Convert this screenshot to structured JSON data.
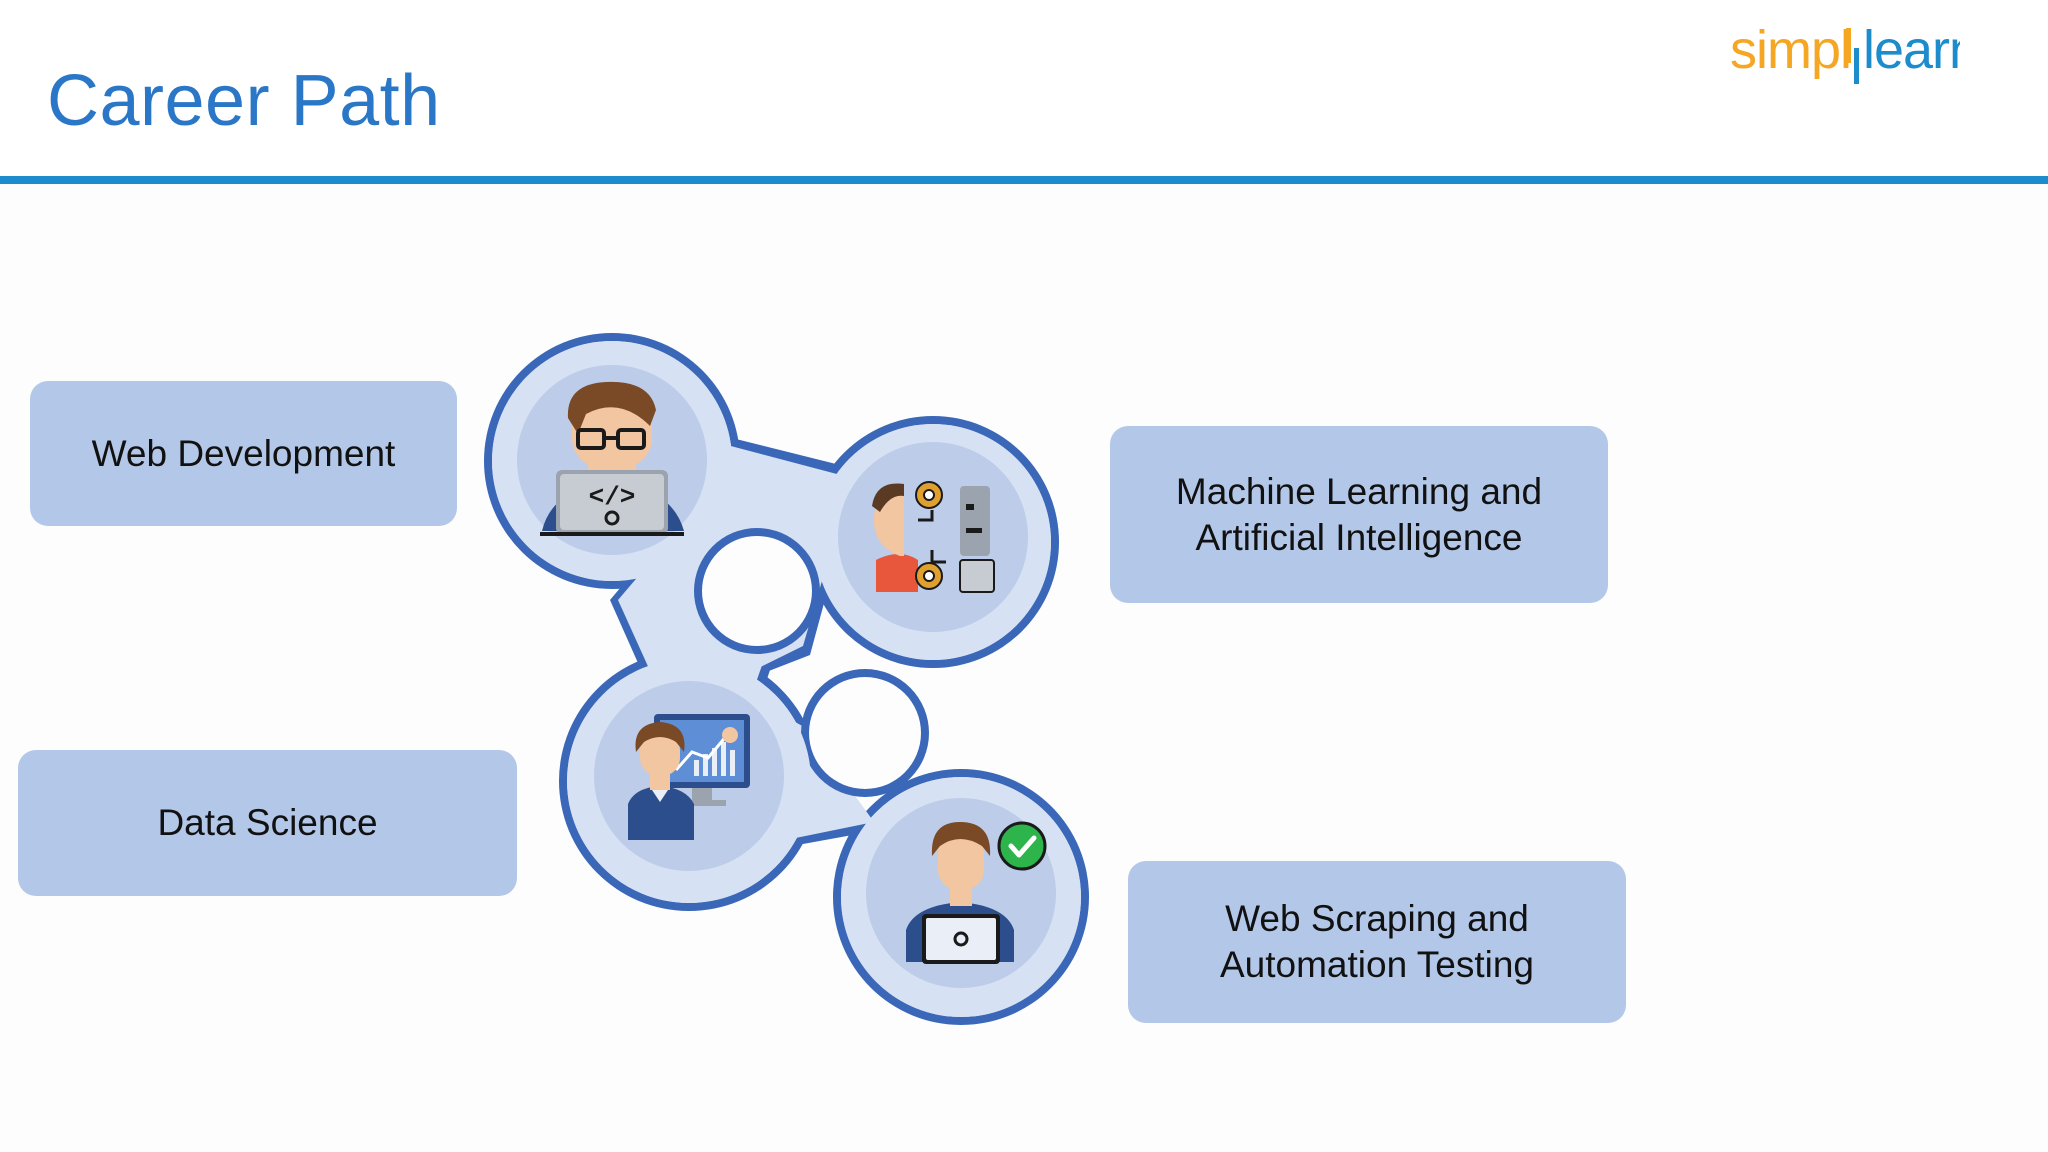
{
  "header": {
    "title": "Career Path"
  },
  "logo": {
    "text": "simplilearn",
    "colors": [
      "#f5a623",
      "#1c8ccd"
    ]
  },
  "colors": {
    "title": "#2a77c7",
    "rule": "#1c8ccd",
    "box": "#b3c7e8",
    "blob_fill": "#d6e1f3",
    "blob_stroke": "#3a67b8",
    "node_fill": "#bccce9"
  },
  "paths": [
    {
      "label": "Web Development",
      "icon": "web-developer-icon"
    },
    {
      "label": "Machine Learning and Artificial Intelligence",
      "icon": "machine-learning-icon"
    },
    {
      "label": "Data Science",
      "icon": "data-scientist-icon"
    },
    {
      "label": "Web Scraping and Automation Testing",
      "icon": "automation-tester-icon"
    }
  ]
}
